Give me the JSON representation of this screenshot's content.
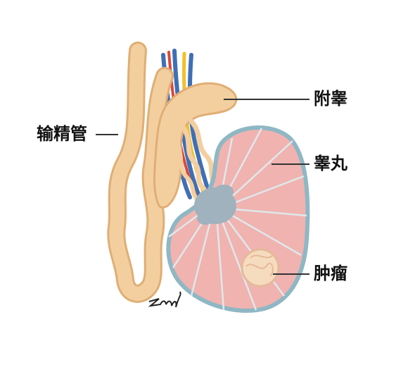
{
  "labels": {
    "vas_deferens": "输精管",
    "epididymis": "附睾",
    "testis": "睾丸",
    "tumor": "肿瘤"
  },
  "colors": {
    "background": "#ffffff",
    "duct": "#f3cfa0",
    "duct_outline": "#e0ae74",
    "testis_fill": "#f0b3b0",
    "testis_outline": "#8fb7c4",
    "septa": "#dfe8ec",
    "rete_testis": "#9fb2bd",
    "tumor": "#f6dcbf",
    "vein": "#3f6fb5",
    "artery": "#d9483b",
    "nerve": "#f1c02b",
    "text": "#111111",
    "leader_line": "#333333"
  }
}
